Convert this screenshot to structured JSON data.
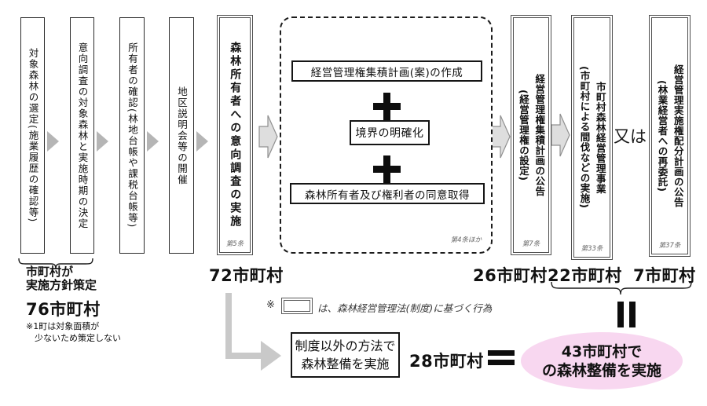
{
  "colors": {
    "highlight_pink": "#f8d7f0",
    "arrow_gray": "#c9c9c9",
    "block_arrow_fill": "#dedede"
  },
  "steps": [
    {
      "label": "対象森林の選定(施業履歴の確認等)"
    },
    {
      "label": "意向調査の対象森林と実施時期の決定"
    },
    {
      "label": "所有者の確認(林地台帳や課税台帳等)"
    },
    {
      "label": "地区説明会等の開催"
    },
    {
      "label": "森林所有者への意向調査の実施",
      "article": "第5条"
    },
    {
      "label": "経営管理権集積計画の公告",
      "sub": "(経営管理権の設定)",
      "article": "第7条"
    },
    {
      "label": "市町村森林経営管理事業",
      "sub": "(市町村による間伐などの実施)",
      "article": "第33条"
    },
    {
      "label": "経営管理実施権配分計画の公告",
      "sub": "(林業経営者への再委託)",
      "article": "第37条"
    }
  ],
  "process": {
    "item1": "経営管理権集積計画(案)の作成",
    "item2": "境界の明確化",
    "item3": "森林所有者及び権利者の同意取得",
    "article": "第4条ほか"
  },
  "or_label": "又は",
  "policy": {
    "label_l1": "市町村が",
    "label_l2": "実施方針策定",
    "count": "76市町村",
    "note_l1": "※1町は対象面積が",
    "note_l2": "少ないため策定しない"
  },
  "survey_count": "72市町村",
  "legend": {
    "mark": "※",
    "text": "は、森林経営管理法(制度)に基づく行為"
  },
  "alt": {
    "line1": "制度以外の方法で",
    "line2": "森林整備を実施",
    "count": "28市町村"
  },
  "counts": {
    "announce": "26市町村",
    "municipal": "22市町村",
    "entrust": "7市町村"
  },
  "result": {
    "line1": "43市町村で",
    "line2": "の森林整備を実施"
  }
}
